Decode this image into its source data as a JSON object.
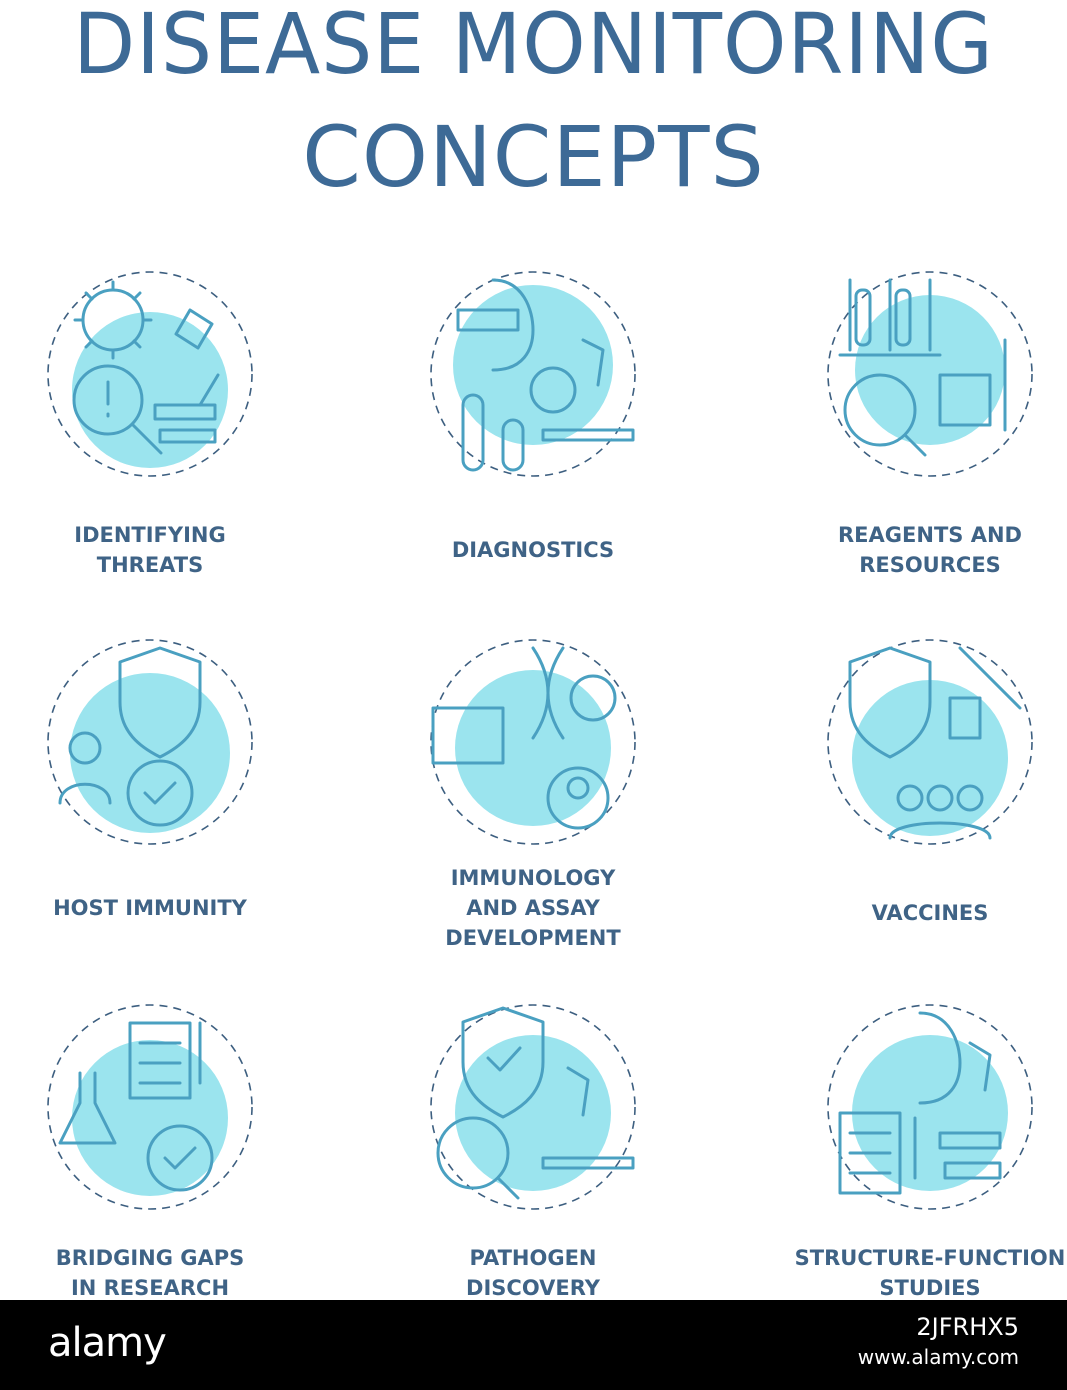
{
  "title": {
    "line1": "DISEASE MONITORING",
    "line2": "CONCEPTS"
  },
  "concepts": [
    {
      "label1": "IDENTIFYING",
      "label2": "THREATS",
      "icon": "virus-magnifier-microscope-icon"
    },
    {
      "label1": "DIAGNOSTICS",
      "label2": "",
      "icon": "scanner-test-tubes-microscope-icon"
    },
    {
      "label1": "REAGENTS AND",
      "label2": "RESOURCES",
      "icon": "test-tubes-beaker-icon"
    },
    {
      "label1": "HOST IMMUNITY",
      "label2": "",
      "icon": "person-shield-gear-icon"
    },
    {
      "label1": "IMMUNOLOGY",
      "label2": "AND ASSAY",
      "label3": "DEVELOPMENT",
      "icon": "dna-analyzer-eye-icon"
    },
    {
      "label1": "VACCINES",
      "label2": "",
      "icon": "shield-syringe-people-icon"
    },
    {
      "label1": "BRIDGING GAPS",
      "label2": "IN RESEARCH",
      "icon": "clipboard-flask-gear-icon"
    },
    {
      "label1": "PATHOGEN",
      "label2": "DISCOVERY",
      "icon": "shield-virus-microscope-icon"
    },
    {
      "label1": "STRUCTURE-FUNCTION",
      "label2": "STUDIES",
      "icon": "scanner-clipboard-microscope-icon"
    }
  ],
  "footer": {
    "brand": "alamy",
    "image_id": "2JFRHX5",
    "site": "www.alamy.com"
  },
  "colors": {
    "title": "#3d6a96",
    "stroke": "#4aa0c1",
    "fill": "#9be4ee",
    "label": "#3f6386"
  }
}
